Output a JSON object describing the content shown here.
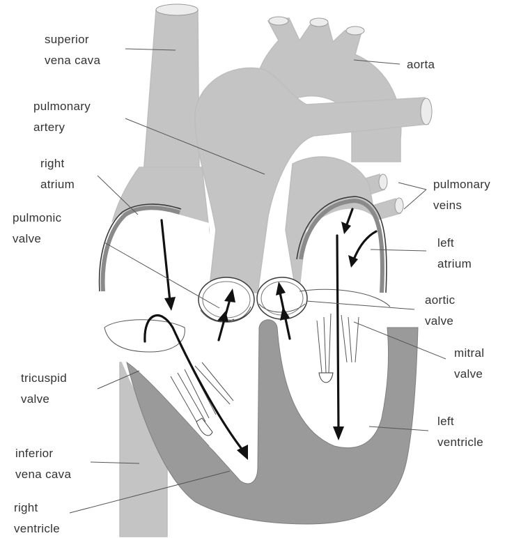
{
  "colors": {
    "vessel": "#c4c4c4",
    "wall": "#9a9a9a",
    "label_text": "#333333",
    "arrow": "#111111"
  },
  "labels": {
    "superior_vena_cava": [
      "superior",
      "vena cava"
    ],
    "aorta": [
      "aorta"
    ],
    "pulmonary_artery": [
      "pulmonary",
      "artery"
    ],
    "right_atrium": [
      "right",
      "atrium"
    ],
    "pulmonary_veins": [
      "pulmonary",
      "veins"
    ],
    "pulmonic_valve": [
      "pulmonic",
      "valve"
    ],
    "left_atrium": [
      "left",
      "atrium"
    ],
    "aortic_valve": [
      "aortic",
      "valve"
    ],
    "mitral_valve": [
      "mitral",
      "valve"
    ],
    "tricuspid_valve": [
      "tricuspid",
      "valve"
    ],
    "left_ventricle": [
      "left",
      "ventricle"
    ],
    "inferior_vena_cava": [
      "inferior",
      "vena cava"
    ],
    "right_ventricle": [
      "right",
      "ventricle"
    ]
  }
}
